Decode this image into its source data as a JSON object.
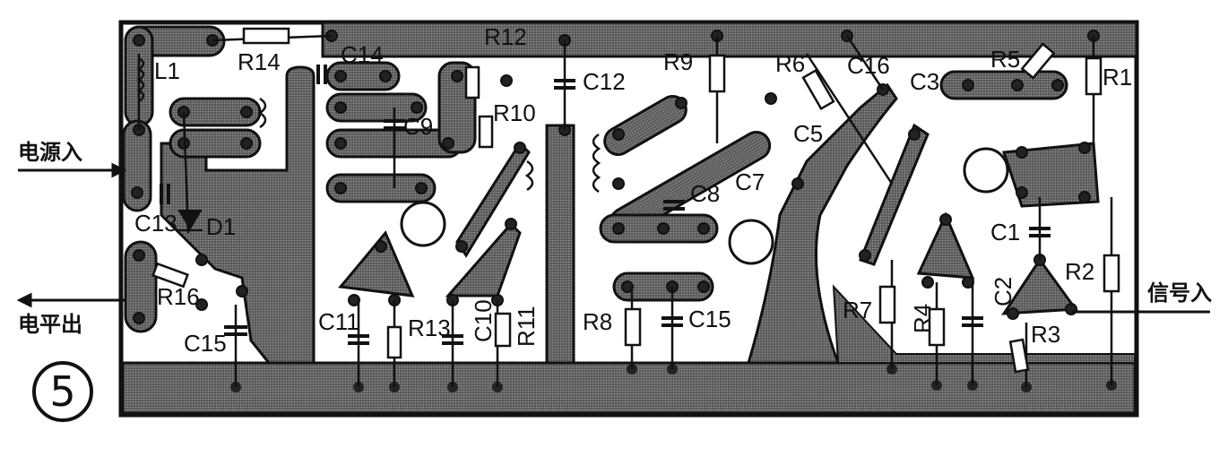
{
  "figure": {
    "number": "5",
    "io": {
      "power_in": "电源入",
      "level_out": "电平出",
      "signal_in": "信号入"
    },
    "components": {
      "L1": "L1",
      "R14": "R14",
      "C14": "C14",
      "R12": "R12",
      "C12": "C12",
      "R9": "R9",
      "R6": "R6",
      "C16": "C16",
      "C3": "C3",
      "R5": "R5",
      "R1": "R1",
      "C9": "C9",
      "R10": "R10",
      "C13": "C13",
      "D1": "D1",
      "R16": "R16",
      "C15a": "C15",
      "C11": "C11",
      "R13": "R13",
      "C10": "C10",
      "R11": "R11",
      "C8": "C8",
      "C7": "C7",
      "C5": "C5",
      "R8": "R8",
      "C15b": "C15",
      "R7": "R7",
      "R4": "R4",
      "C2": "C2",
      "C1": "C1",
      "R2": "R2",
      "R3": "R3"
    },
    "colors": {
      "ink": "#111111",
      "trace_fill": "#6a6a6a",
      "paper": "#ffffff"
    }
  }
}
